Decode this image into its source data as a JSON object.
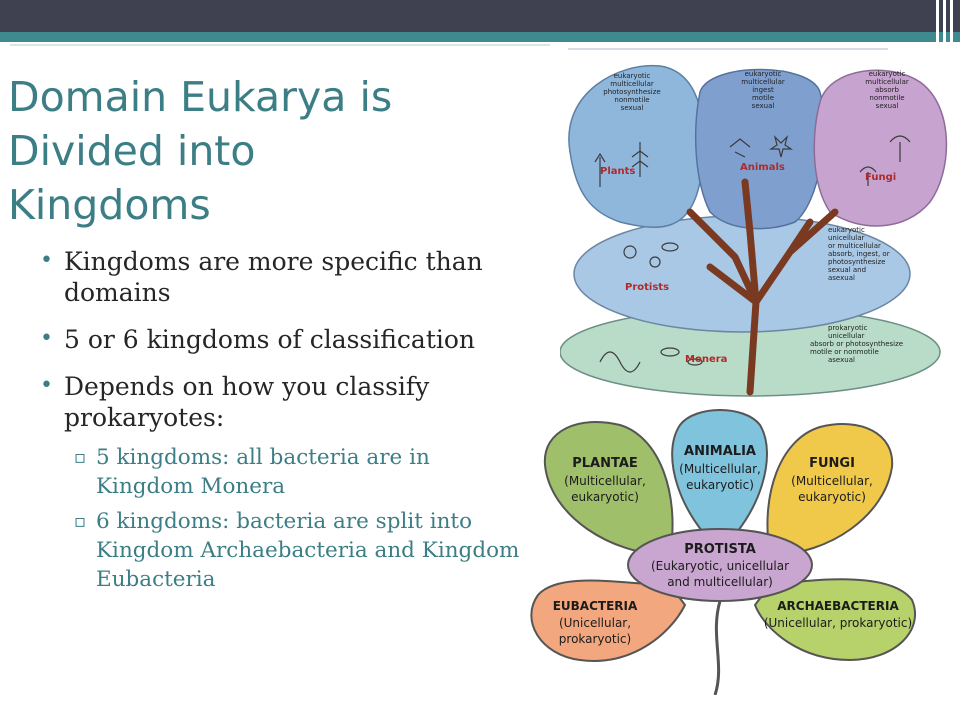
{
  "slide": {
    "title": "Domain Eukarya is Divided into Kingdoms",
    "bullets": [
      {
        "text": "Kingdoms are more specific than domains"
      },
      {
        "text": "5 or 6 kingdoms of classification"
      },
      {
        "text": "Depends on how you classify prokaryotes:"
      }
    ],
    "sub_bullets": [
      {
        "text": "5 kingdoms: all bacteria are in Kingdom Monera"
      },
      {
        "text": "6 kingdoms: bacteria are split into Kingdom Archaebacteria and Kingdom Eubacteria"
      }
    ]
  },
  "tree_figure": {
    "plants": {
      "name": "Plants",
      "desc": [
        "eukaryotic",
        "multicellular",
        "photosynthesize",
        "nonmotile",
        "sexual"
      ]
    },
    "animals": {
      "name": "Animals",
      "desc": [
        "eukaryotic",
        "multicellular",
        "ingest",
        "motile",
        "sexual"
      ]
    },
    "fungi": {
      "name": "Fungi",
      "desc": [
        "eukaryotic",
        "multicellular",
        "absorb",
        "nonmotile",
        "sexual"
      ]
    },
    "protists": {
      "name": "Protists",
      "desc": [
        "eukaryotic",
        "unicellular",
        "or multicellular",
        "absorb, ingest, or",
        "photosynthesize",
        "sexual and",
        "asexual"
      ]
    },
    "monera": {
      "name": "Monera",
      "desc": [
        "prokaryotic",
        "unicellular",
        "absorb or photosynthesize",
        "motile or nonmotile",
        "asexual"
      ]
    }
  },
  "petal_figure": {
    "plantae": {
      "name": "PLANTAE",
      "desc": [
        "(Multicellular,",
        "eukaryotic)"
      ]
    },
    "animalia": {
      "name": "ANIMALIA",
      "desc": [
        "(Multicellular,",
        "eukaryotic)"
      ]
    },
    "fungi": {
      "name": "FUNGI",
      "desc": [
        "(Multicellular,",
        "eukaryotic)"
      ]
    },
    "protista": {
      "name": "PROTISTA",
      "desc": [
        "(Eukaryotic, unicellular",
        "and multicellular)"
      ]
    },
    "eubacteria": {
      "name": "EUBACTERIA",
      "desc": [
        "(Unicellular,",
        "prokaryotic)"
      ]
    },
    "archaebacteria": {
      "name": "ARCHAEBACTERIA",
      "desc": [
        "(Unicellular, prokaryotic)"
      ]
    }
  },
  "colors": {
    "theme_teal": "#3c7e85",
    "top_bar": "#3f4150",
    "plants_blue": "#8fb7dc",
    "animals_blue": "#7f9fcf",
    "fungi_purple": "#c7a3cf",
    "protists_blue": "#a9c8e6",
    "monera_green": "#b8dcc8",
    "plantae_green": "#9fbf6a",
    "animalia_blue": "#7fc4dc",
    "fungi_yellow": "#f1c94a",
    "protista_purple": "#c9a6cf",
    "eubacteria_orange": "#f2a77e",
    "archaebacteria_green": "#b7d16b"
  }
}
